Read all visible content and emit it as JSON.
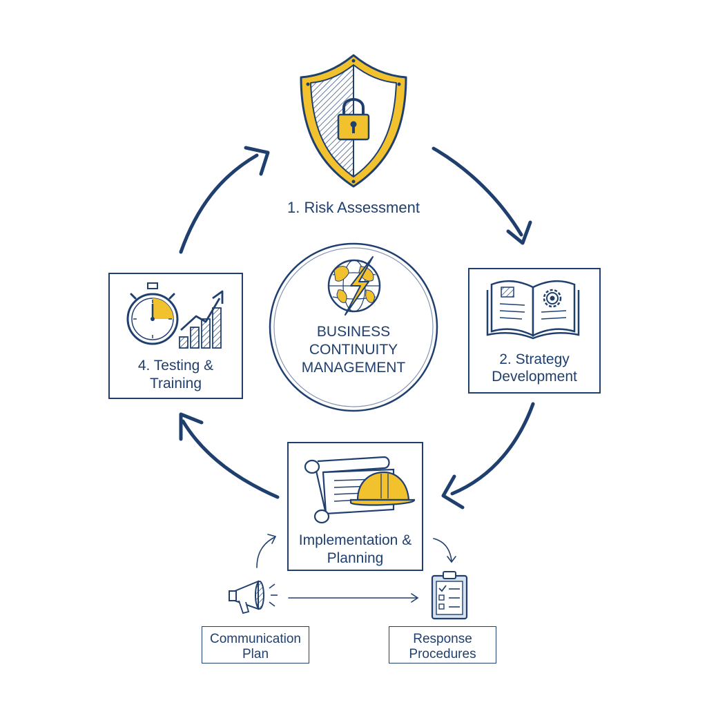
{
  "diagram": {
    "center": {
      "line1": "BUSINESS",
      "line2": "CONTINUITY",
      "line3": "MANAGEMENT"
    },
    "steps": [
      {
        "line1": "1. Risk Assessment"
      },
      {
        "line1": "2. Strategy",
        "line2": "Development"
      },
      {
        "line1": "Implementation &",
        "line2": "Planning"
      },
      {
        "line1": "4. Testing &",
        "line2": "Training"
      }
    ],
    "sub_items": [
      {
        "line1": "Communication",
        "line2": "Plan"
      },
      {
        "line1": "Response",
        "line2": "Procedures"
      }
    ],
    "icons": {
      "risk": "shield-lock-icon",
      "strategy": "book-gear-icon",
      "implementation": "blueprint-hardhat-icon",
      "testing": "stopwatch-chart-icon",
      "center": "globe-lightning-icon",
      "communication": "megaphone-icon",
      "response": "clipboard-checklist-icon"
    },
    "colors": {
      "navy": "#1f3f6e",
      "gold": "#f2c12e"
    }
  }
}
